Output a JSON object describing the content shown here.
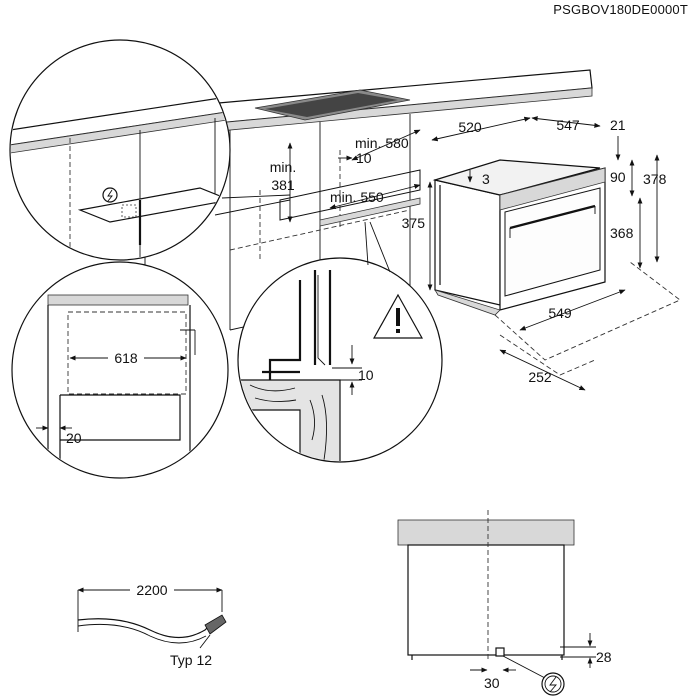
{
  "doc_code": "PSGBOV180DE0000T",
  "dimensions": {
    "width_top": "520",
    "depth_top": "547",
    "edge_21": "21",
    "height_3": "3",
    "height_90": "90",
    "height_378": "378",
    "height_375": "375",
    "height_368": "368",
    "depth_549": "549",
    "depth_252": "252",
    "min_label_a": "min.",
    "min_value_a": "381",
    "min_580": "min. 580",
    "gap_10_top": "10",
    "min_550": "min. 550",
    "width_618": "618",
    "gap_20": "20",
    "gap_10_detail": "10",
    "cable_length": "2200",
    "cable_type": "Typ 12",
    "height_28": "28",
    "offset_30": "30"
  },
  "symbols": [
    "electric-connection-icon",
    "warning-icon"
  ]
}
